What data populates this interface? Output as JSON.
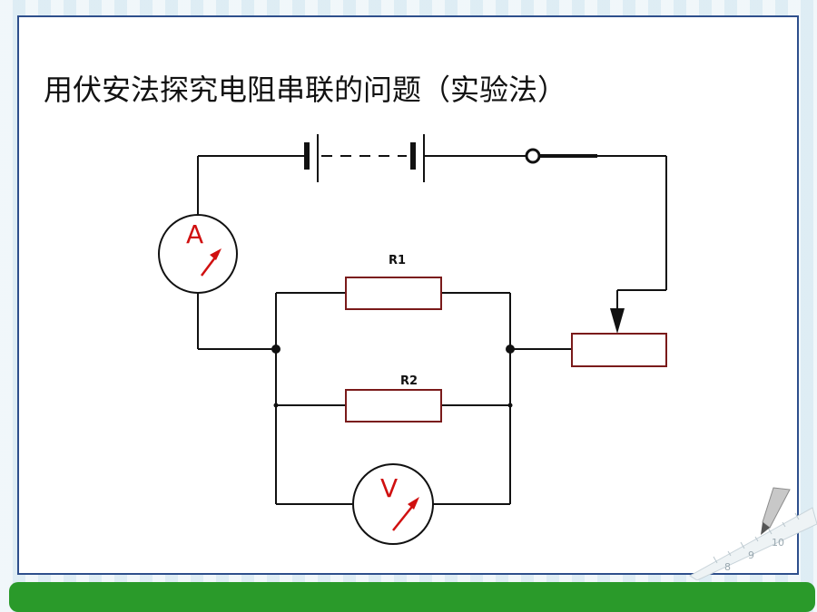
{
  "slide": {
    "title": "用伏安法探究电阻串联的问题（实验法）"
  },
  "circuit": {
    "ammeter_label": "A",
    "voltmeter_label": "V",
    "resistor1_label": "R1",
    "resistor2_label": "R2"
  },
  "ruler": {
    "marks": [
      "8",
      "9",
      "10"
    ]
  },
  "colors": {
    "frame_border": "#2e4f8c",
    "footer": "#2a9a2a",
    "resistor_border": "#7a1a1a",
    "meter_needle": "#d01010"
  }
}
